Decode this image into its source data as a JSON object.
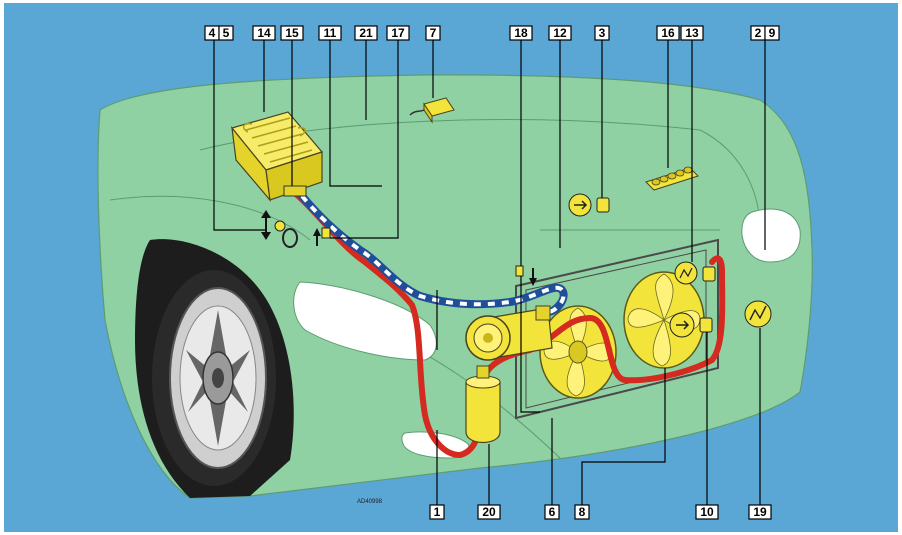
{
  "diagram": {
    "reference_code": "AD40998",
    "colors": {
      "background": "#5aa7d6",
      "body": "#8fd1a3",
      "body_edge": "#5d9c72",
      "component": "#f2e43a",
      "hot_line": "#d52a20",
      "cold_line": "#1f4f9a"
    },
    "callouts": [
      {
        "id": "c1",
        "label": "1"
      },
      {
        "id": "c2",
        "label": "2"
      },
      {
        "id": "c3",
        "label": "3"
      },
      {
        "id": "c4",
        "label": "4"
      },
      {
        "id": "c5",
        "label": "5"
      },
      {
        "id": "c6",
        "label": "6"
      },
      {
        "id": "c7",
        "label": "7"
      },
      {
        "id": "c8",
        "label": "8"
      },
      {
        "id": "c9",
        "label": "9"
      },
      {
        "id": "c10",
        "label": "10"
      },
      {
        "id": "c11",
        "label": "11"
      },
      {
        "id": "c12",
        "label": "12"
      },
      {
        "id": "c13",
        "label": "13"
      },
      {
        "id": "c14",
        "label": "14"
      },
      {
        "id": "c15",
        "label": "15"
      },
      {
        "id": "c16",
        "label": "16"
      },
      {
        "id": "c17",
        "label": "17"
      },
      {
        "id": "c18",
        "label": "18"
      },
      {
        "id": "c19",
        "label": "19"
      },
      {
        "id": "c20",
        "label": "20"
      },
      {
        "id": "c21",
        "label": "21"
      }
    ]
  }
}
